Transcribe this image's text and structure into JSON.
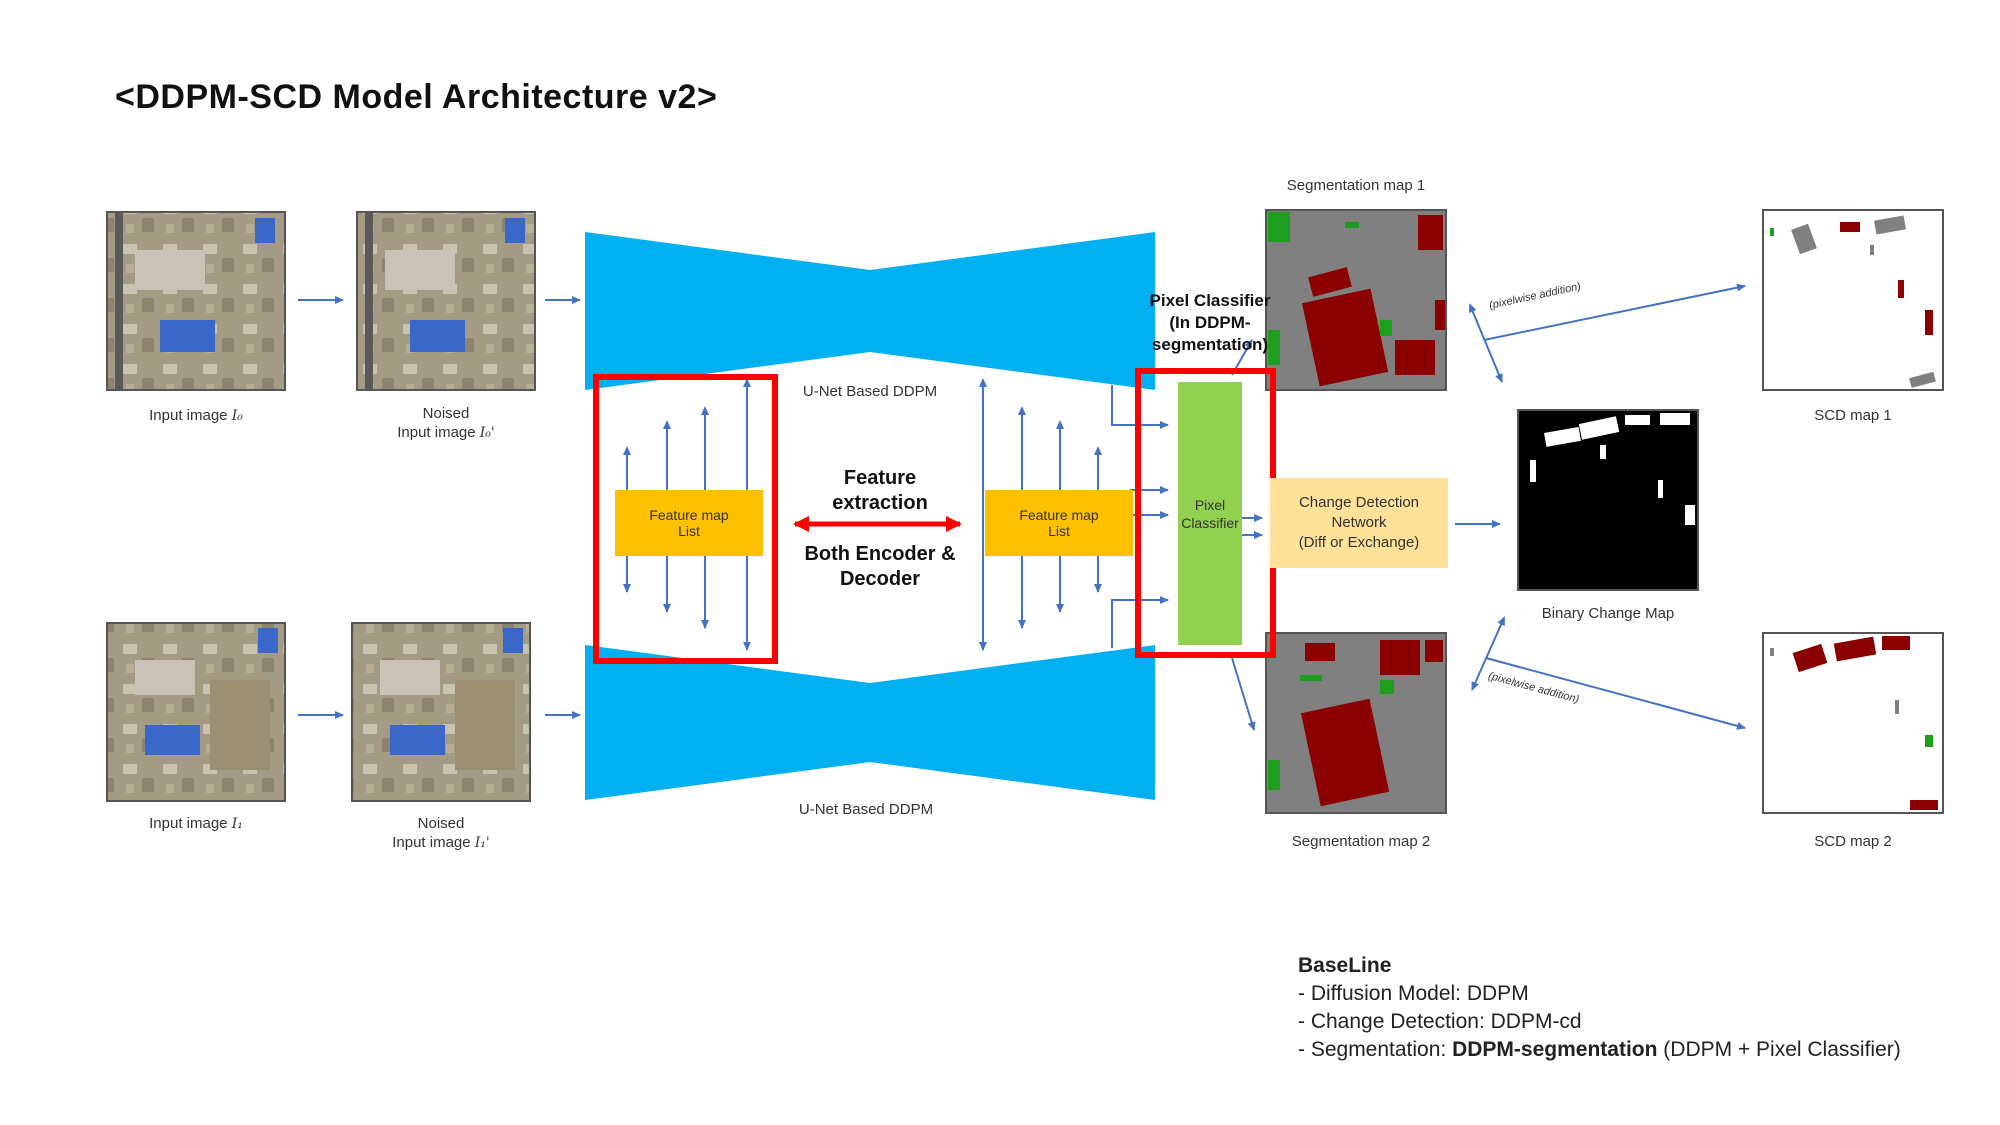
{
  "title": "<DDPM-SCD Model Architecture v2>",
  "inputs": {
    "input0_label": "Input image",
    "input0_sub": "I₀",
    "noised0_line1": "Noised",
    "noised0_line2": "Input image",
    "noised0_sub": "I₀'",
    "input1_label": "Input image",
    "input1_sub": "I₁",
    "noised1_line1": "Noised",
    "noised1_line2": "Input image",
    "noised1_sub": "I₁'"
  },
  "unet": {
    "top_label": "U-Net Based DDPM",
    "bottom_label": "U-Net Based DDPM",
    "color": "#00B0F0"
  },
  "feature": {
    "map_left_line1": "Feature map",
    "map_left_line2": "List",
    "map_right_line1": "Feature map",
    "map_right_line2": "List",
    "extraction_line1": "Feature",
    "extraction_line2": "extraction",
    "both_line1": "Both Encoder &",
    "both_line2": "Decoder"
  },
  "pixel_classifier": {
    "header_line1": "Pixel Classifier",
    "header_line2": "(In DDPM-",
    "header_line3": "segmentation)",
    "box_line1": "Pixel",
    "box_line2": "Classifier"
  },
  "change_detection": {
    "line1": "Change Detection",
    "line2": "Network",
    "line3": "(Diff or Exchange)"
  },
  "outputs": {
    "seg1": "Segmentation map 1",
    "seg2": "Segmentation map 2",
    "bcm": "Binary Change Map",
    "scd1": "SCD map 1",
    "scd2": "SCD map 2",
    "pixelwise_top": "(pixelwise addition)",
    "pixelwise_bottom": "(pixelwise addition)"
  },
  "baseline": {
    "heading": "BaseLine",
    "item1": "- Diffusion Model: DDPM",
    "item2": "- Change Detection: DDPM-cd",
    "item3_prefix": "- Segmentation: ",
    "item3_bold": "DDPM-segmentation",
    "item3_suffix": " (DDPM + Pixel Classifier)"
  },
  "colors": {
    "arrow": "#4472C4",
    "red": "#FF0000",
    "feature_map": "#FFC000",
    "pixel_classifier": "#92D050",
    "cdn": "#FFE199",
    "seg_gray": "#808080",
    "seg_red": "#8B0000",
    "seg_green": "#1E9E1E"
  }
}
